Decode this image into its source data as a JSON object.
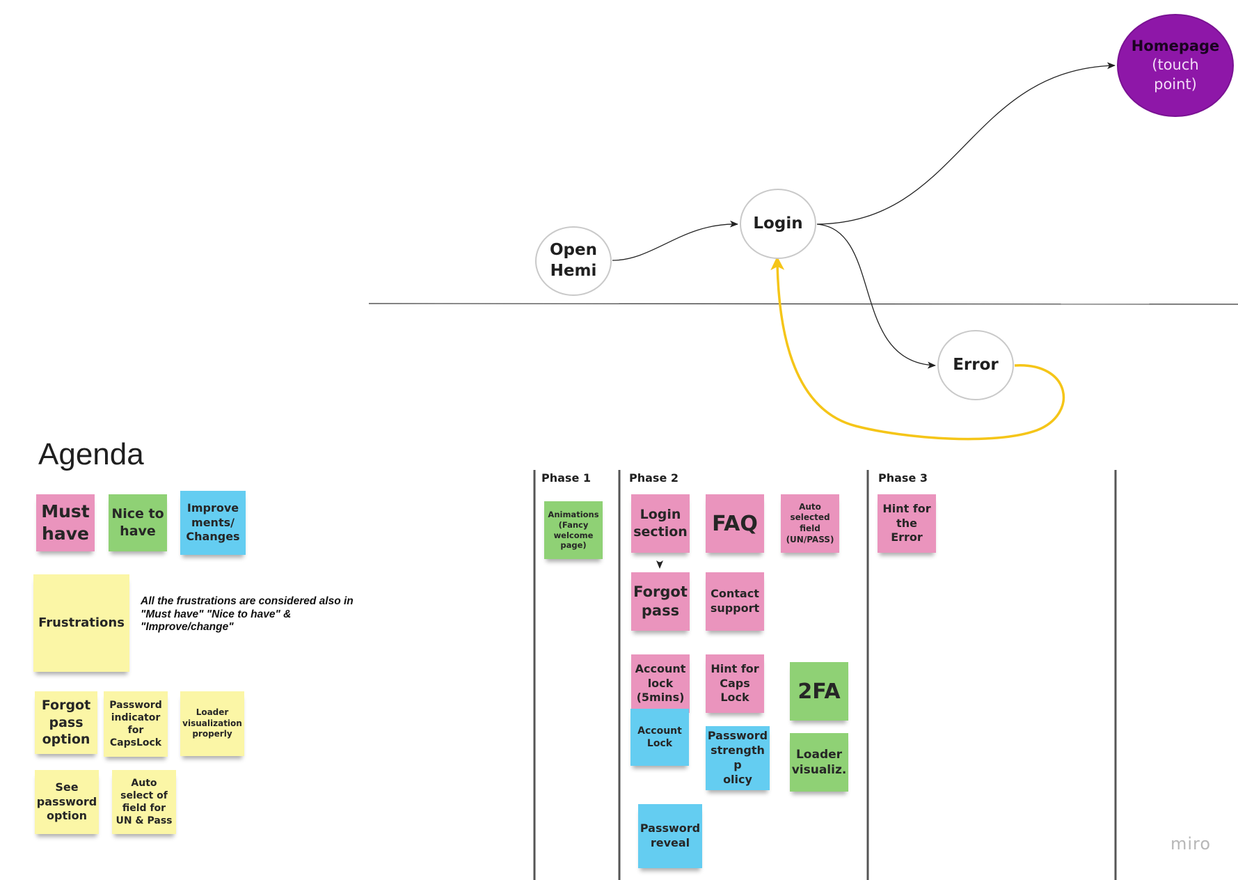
{
  "flow": {
    "open_hemi": [
      "Open",
      "Hemi"
    ],
    "login": "Login",
    "error": "Error",
    "homepage": [
      "Homepage",
      "(touch",
      "point)"
    ]
  },
  "agenda": {
    "title": "Agenda",
    "legend": {
      "must_have": [
        "Must",
        "have"
      ],
      "nice_to_have": [
        "Nice to",
        "have"
      ],
      "improve": [
        "Improve",
        "ments/",
        "Changes"
      ]
    },
    "frustrations_label": "Frustrations",
    "frustrations_note": "All the frustrations are considered also in \"Must have\" \"Nice to have\" & \"Improve/change\"",
    "frustrations": {
      "forgot_pass_option": [
        "Forgot",
        "pass",
        "option"
      ],
      "password_indicator": [
        "Password",
        "indicator",
        "for",
        "CapsLock"
      ],
      "loader_visualization": [
        "Loader",
        "visualization",
        "properly"
      ],
      "see_password": [
        "See",
        "password",
        "option"
      ],
      "auto_select": [
        "Auto",
        "select of",
        "field for",
        "UN & Pass"
      ]
    }
  },
  "phases": {
    "phase1": {
      "label": "Phase 1",
      "animations": [
        "Animations",
        "(Fancy",
        "welcome",
        "page)"
      ]
    },
    "phase2": {
      "label": "Phase 2",
      "login_section": [
        "Login",
        "section"
      ],
      "faq": "FAQ",
      "auto_selected": [
        "Auto",
        "selected",
        "field",
        "(UN/PASS)"
      ],
      "forgot_pass": [
        "Forgot",
        "pass"
      ],
      "contact_support": [
        "Contact",
        "support"
      ],
      "account_lock_5": [
        "Account",
        "lock",
        "(5mins)"
      ],
      "hint_caps": [
        "Hint for",
        "Caps",
        "Lock"
      ],
      "twofa": "2FA",
      "account_lock": [
        "Account",
        "Lock"
      ],
      "password_strength": [
        "Password",
        "strength p",
        "olicy"
      ],
      "loader_visualiz": [
        "Loader",
        "visualiz."
      ],
      "password_reveal": [
        "Password",
        "reveal"
      ]
    },
    "phase3": {
      "label": "Phase 3",
      "hint_error": [
        "Hint for",
        "the",
        "Error"
      ]
    }
  },
  "brand": "miro",
  "colors": {
    "must_have": "#ea94bd",
    "nice_to_have": "#8fd175",
    "improve": "#64cdf1",
    "frustration": "#fbf6a6",
    "touch_point": "#8e17a8",
    "error_loop_arrow": "#f5c518"
  }
}
